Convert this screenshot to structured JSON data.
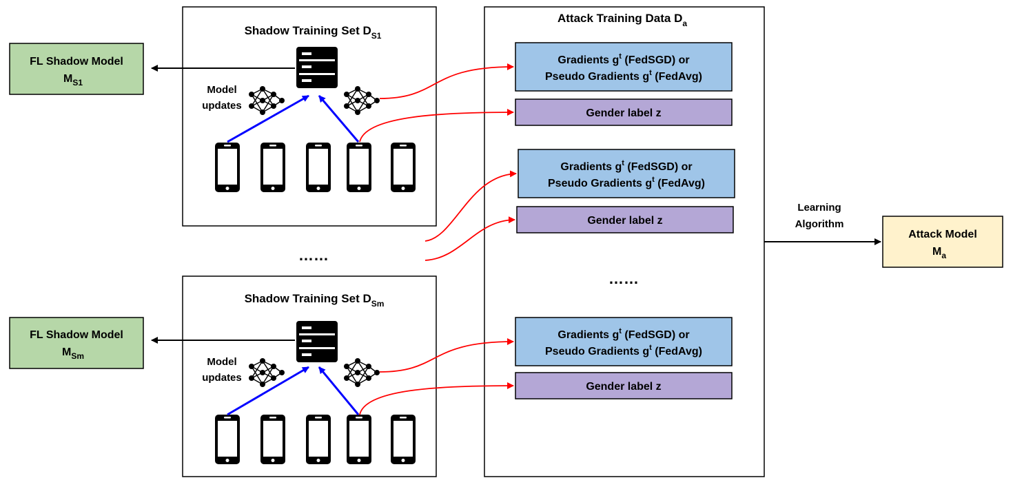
{
  "shadow_sets": [
    {
      "title_main": "Shadow Training Set D",
      "title_sub": "S1",
      "fl_model_line1": "FL Shadow Model",
      "fl_model_line2_main": "M",
      "fl_model_line2_sub": "S1",
      "model_updates_line1": "Model",
      "model_updates_line2": "updates"
    },
    {
      "title_main": "Shadow Training Set D",
      "title_sub": "Sm",
      "fl_model_line1": "FL Shadow Model",
      "fl_model_line2_main": "M",
      "fl_model_line2_sub": "Sm",
      "model_updates_line1": "Model",
      "model_updates_line2": "updates"
    }
  ],
  "middle_dots": "……",
  "attack_data": {
    "title_main": "Attack Training Data D",
    "title_sub": "a",
    "dots": "……",
    "entries": [
      {
        "grad_line1_a": "Gradients g",
        "grad_line1_sup": "t",
        "grad_line1_b": " (FedSGD) or",
        "grad_line2_a": "Pseudo Gradients g",
        "grad_line2_sup": "t",
        "grad_line2_b": " (FedAvg)",
        "label": "Gender label z"
      },
      {
        "grad_line1_a": "Gradients g",
        "grad_line1_sup": "t",
        "grad_line1_b": " (FedSGD) or",
        "grad_line2_a": "Pseudo Gradients g",
        "grad_line2_sup": "t",
        "grad_line2_b": " (FedAvg)",
        "label": "Gender label z"
      },
      {
        "grad_line1_a": "Gradients g",
        "grad_line1_sup": "t",
        "grad_line1_b": " (FedSGD) or",
        "grad_line2_a": "Pseudo Gradients g",
        "grad_line2_sup": "t",
        "grad_line2_b": " (FedAvg)",
        "label": "Gender label z"
      }
    ]
  },
  "learning": {
    "line1": "Learning",
    "line2": "Algorithm"
  },
  "attack_model": {
    "line1": "Attack Model",
    "line2_main": "M",
    "line2_sub": "a"
  },
  "colors": {
    "fl_model_fill": "#b6d7a8",
    "gradient_fill": "#9fc5e8",
    "label_fill": "#b4a7d6",
    "attack_model_fill": "#fff2cc",
    "blue_arrow": "#0000ff",
    "red_arrow": "#ff0000",
    "black": "#000000"
  },
  "icons": {
    "server": "server-icon",
    "network": "neural-network-icon",
    "phone": "smartphone-icon"
  }
}
